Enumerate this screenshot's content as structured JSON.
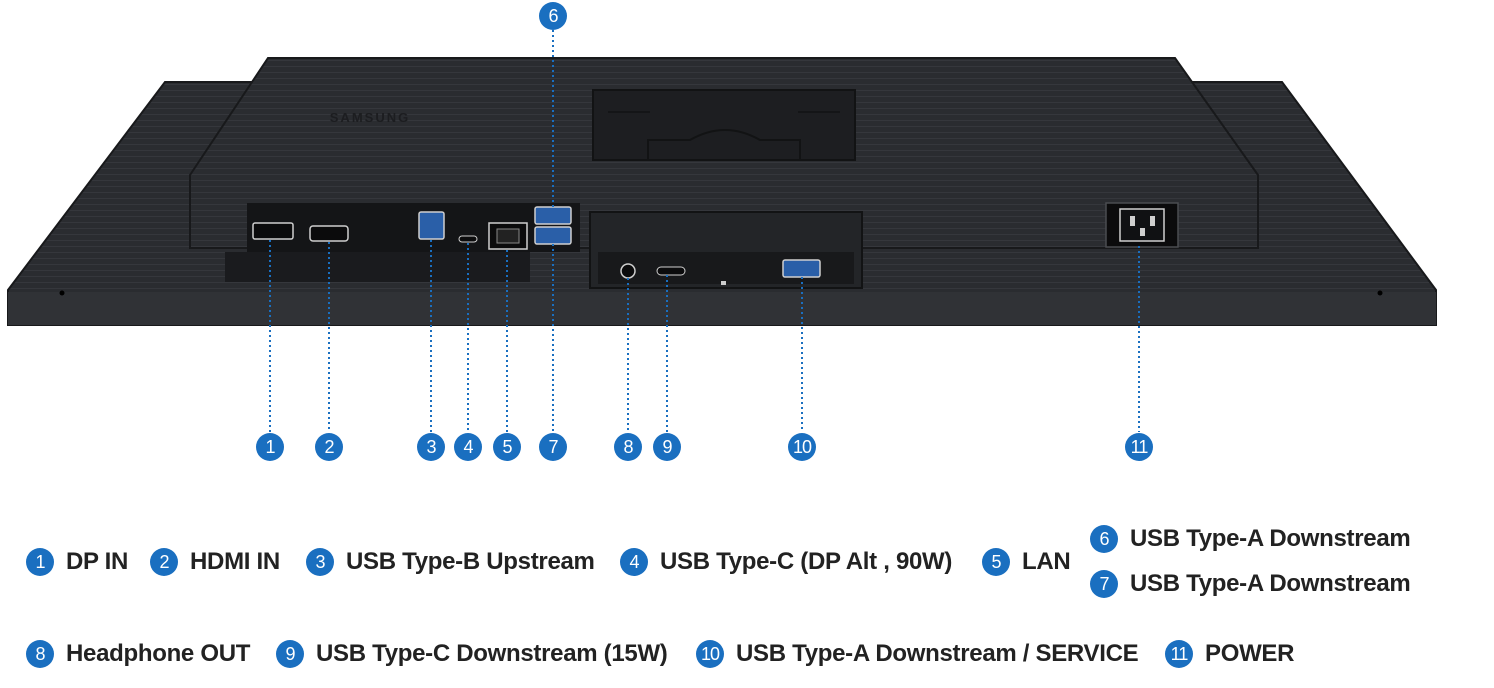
{
  "brand": "SAMSUNG",
  "callouts": [
    {
      "num": "1",
      "label": "DP IN"
    },
    {
      "num": "2",
      "label": "HDMI IN"
    },
    {
      "num": "3",
      "label": "USB Type-B Upstream"
    },
    {
      "num": "4",
      "label": "USB Type-C (DP Alt , 90W)"
    },
    {
      "num": "5",
      "label": "LAN"
    },
    {
      "num": "6",
      "label": "USB Type-A Downstream"
    },
    {
      "num": "7",
      "label": "USB Type-A Downstream"
    },
    {
      "num": "8",
      "label": "Headphone OUT"
    },
    {
      "num": "9",
      "label": "USB Type-C Downstream (15W)"
    },
    {
      "num": "10",
      "label": "USB Type-A Downstream / SERVICE"
    },
    {
      "num": "11",
      "label": "POWER"
    }
  ],
  "colors": {
    "accent": "#1a6fc0",
    "body": "#26282c",
    "text": "#222222"
  }
}
